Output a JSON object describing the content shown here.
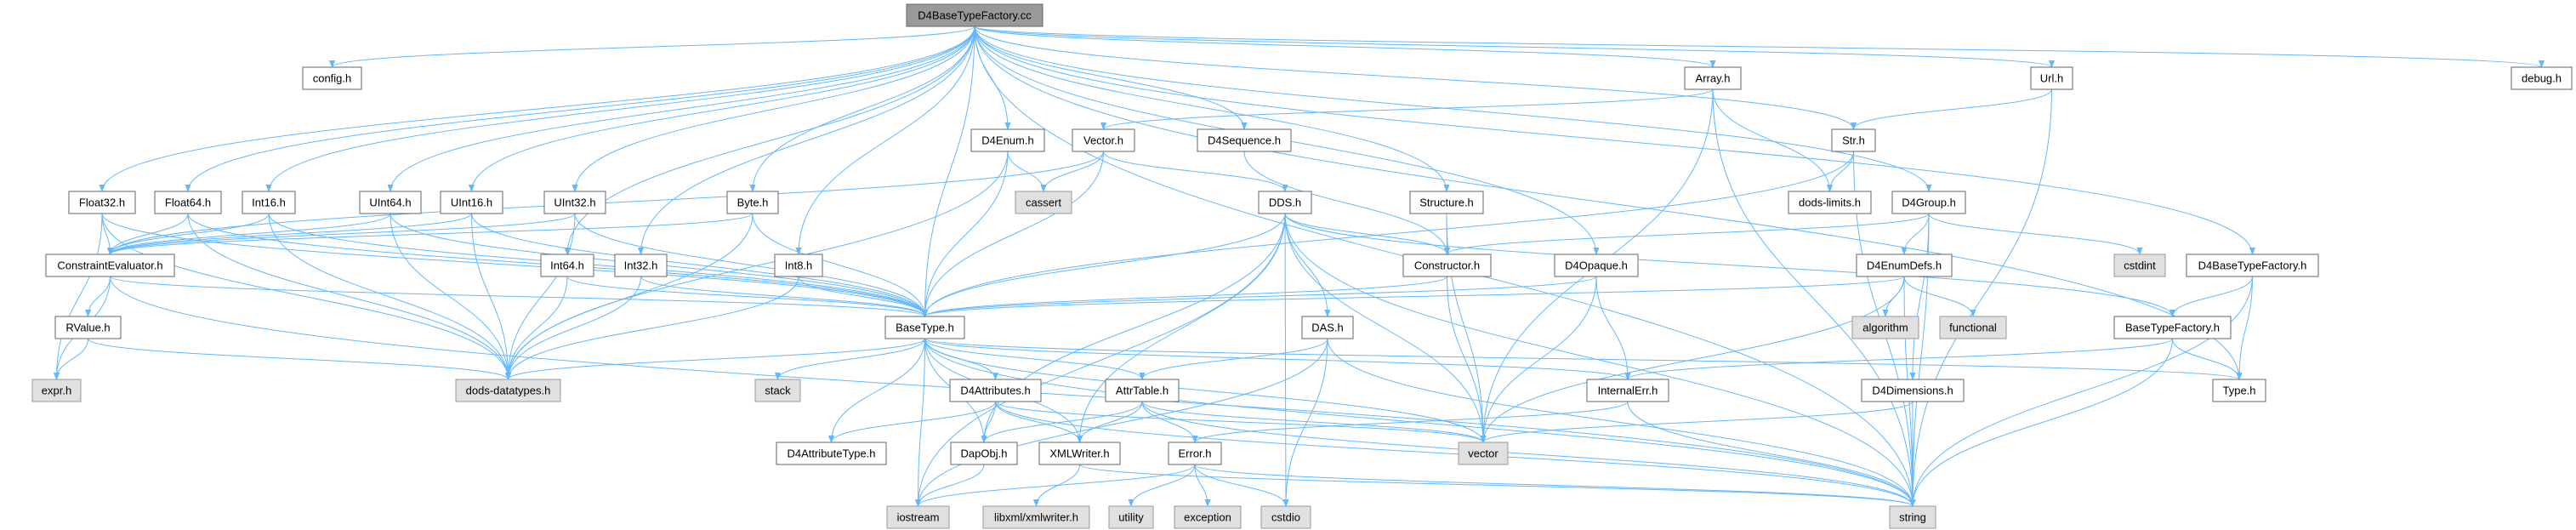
{
  "colors": {
    "edge": "#63b8ff",
    "root_fill": "#999999",
    "user_fill": "#ffffff",
    "system_fill": "#e0e0e0"
  },
  "nodes": [
    {
      "id": "root",
      "label": "D4BaseTypeFactory.cc",
      "kind": "root"
    },
    {
      "id": "config",
      "label": "config.h",
      "kind": "user"
    },
    {
      "id": "float32",
      "label": "Float32.h",
      "kind": "user"
    },
    {
      "id": "float64",
      "label": "Float64.h",
      "kind": "user"
    },
    {
      "id": "int16",
      "label": "Int16.h",
      "kind": "user"
    },
    {
      "id": "uint64",
      "label": "UInt64.h",
      "kind": "user"
    },
    {
      "id": "uint16",
      "label": "UInt16.h",
      "kind": "user"
    },
    {
      "id": "uint32",
      "label": "UInt32.h",
      "kind": "user"
    },
    {
      "id": "byte",
      "label": "Byte.h",
      "kind": "user"
    },
    {
      "id": "consteval",
      "label": "ConstraintEvaluator.h",
      "kind": "user"
    },
    {
      "id": "int64",
      "label": "Int64.h",
      "kind": "user"
    },
    {
      "id": "int32",
      "label": "Int32.h",
      "kind": "user"
    },
    {
      "id": "int8",
      "label": "Int8.h",
      "kind": "user"
    },
    {
      "id": "rvalue",
      "label": "RValue.h",
      "kind": "user"
    },
    {
      "id": "expr",
      "label": "expr.h",
      "kind": "sys"
    },
    {
      "id": "dodsdt",
      "label": "dods-datatypes.h",
      "kind": "sys"
    },
    {
      "id": "basetype",
      "label": "BaseType.h",
      "kind": "user"
    },
    {
      "id": "stack",
      "label": "stack",
      "kind": "sys"
    },
    {
      "id": "d4attrtype",
      "label": "D4AttributeType.h",
      "kind": "user"
    },
    {
      "id": "iostream",
      "label": "iostream",
      "kind": "sys"
    },
    {
      "id": "d4enum",
      "label": "D4Enum.h",
      "kind": "user"
    },
    {
      "id": "vectorh",
      "label": "Vector.h",
      "kind": "user"
    },
    {
      "id": "d4seq",
      "label": "D4Sequence.h",
      "kind": "user"
    },
    {
      "id": "cassert",
      "label": "cassert",
      "kind": "sys"
    },
    {
      "id": "dds",
      "label": "DDS.h",
      "kind": "user"
    },
    {
      "id": "structure",
      "label": "Structure.h",
      "kind": "user"
    },
    {
      "id": "array",
      "label": "Array.h",
      "kind": "user"
    },
    {
      "id": "constructor",
      "label": "Constructor.h",
      "kind": "user"
    },
    {
      "id": "d4opaque",
      "label": "D4Opaque.h",
      "kind": "user"
    },
    {
      "id": "das",
      "label": "DAS.h",
      "kind": "user"
    },
    {
      "id": "d4attrs",
      "label": "D4Attributes.h",
      "kind": "user"
    },
    {
      "id": "attrtable",
      "label": "AttrTable.h",
      "kind": "user"
    },
    {
      "id": "internalerr",
      "label": "InternalErr.h",
      "kind": "user"
    },
    {
      "id": "dapobj",
      "label": "DapObj.h",
      "kind": "user"
    },
    {
      "id": "xmlwriter",
      "label": "XMLWriter.h",
      "kind": "user"
    },
    {
      "id": "error",
      "label": "Error.h",
      "kind": "user"
    },
    {
      "id": "vector",
      "label": "vector",
      "kind": "sys"
    },
    {
      "id": "libxml",
      "label": "libxml/xmlwriter.h",
      "kind": "sys"
    },
    {
      "id": "utility",
      "label": "utility",
      "kind": "sys"
    },
    {
      "id": "exception",
      "label": "exception",
      "kind": "sys"
    },
    {
      "id": "cstdio",
      "label": "cstdio",
      "kind": "sys"
    },
    {
      "id": "url",
      "label": "Url.h",
      "kind": "user"
    },
    {
      "id": "debug",
      "label": "debug.h",
      "kind": "user"
    },
    {
      "id": "str",
      "label": "Str.h",
      "kind": "user"
    },
    {
      "id": "dodslimits",
      "label": "dods-limits.h",
      "kind": "user"
    },
    {
      "id": "d4group",
      "label": "D4Group.h",
      "kind": "user"
    },
    {
      "id": "d4enumdefs",
      "label": "D4EnumDefs.h",
      "kind": "user"
    },
    {
      "id": "cstdint",
      "label": "cstdint",
      "kind": "sys"
    },
    {
      "id": "d4btf",
      "label": "D4BaseTypeFactory.h",
      "kind": "user"
    },
    {
      "id": "algorithm",
      "label": "algorithm",
      "kind": "sys"
    },
    {
      "id": "functional",
      "label": "functional",
      "kind": "sys"
    },
    {
      "id": "btf",
      "label": "BaseTypeFactory.h",
      "kind": "user"
    },
    {
      "id": "d4dims",
      "label": "D4Dimensions.h",
      "kind": "user"
    },
    {
      "id": "typeh",
      "label": "Type.h",
      "kind": "user"
    },
    {
      "id": "string",
      "label": "string",
      "kind": "sys"
    }
  ],
  "edges": [
    [
      "root",
      "config"
    ],
    [
      "root",
      "float32"
    ],
    [
      "root",
      "float64"
    ],
    [
      "root",
      "int16"
    ],
    [
      "root",
      "uint64"
    ],
    [
      "root",
      "uint16"
    ],
    [
      "root",
      "uint32"
    ],
    [
      "root",
      "byte"
    ],
    [
      "root",
      "int64"
    ],
    [
      "root",
      "int32"
    ],
    [
      "root",
      "int8"
    ],
    [
      "root",
      "basetype"
    ],
    [
      "root",
      "d4enum"
    ],
    [
      "root",
      "d4seq"
    ],
    [
      "root",
      "structure"
    ],
    [
      "root",
      "d4opaque"
    ],
    [
      "root",
      "array"
    ],
    [
      "root",
      "str"
    ],
    [
      "root",
      "url"
    ],
    [
      "root",
      "d4group"
    ],
    [
      "root",
      "d4btf"
    ],
    [
      "root",
      "typeh"
    ],
    [
      "root",
      "debug"
    ],
    [
      "root",
      "string"
    ],
    [
      "float32",
      "consteval"
    ],
    [
      "float32",
      "basetype"
    ],
    [
      "float32",
      "dodsdt"
    ],
    [
      "float32",
      "expr"
    ],
    [
      "float64",
      "consteval"
    ],
    [
      "float64",
      "basetype"
    ],
    [
      "float64",
      "dodsdt"
    ],
    [
      "int16",
      "consteval"
    ],
    [
      "int16",
      "basetype"
    ],
    [
      "int16",
      "dodsdt"
    ],
    [
      "uint64",
      "consteval"
    ],
    [
      "uint64",
      "basetype"
    ],
    [
      "uint64",
      "dodsdt"
    ],
    [
      "uint16",
      "consteval"
    ],
    [
      "uint16",
      "basetype"
    ],
    [
      "uint16",
      "dodsdt"
    ],
    [
      "uint32",
      "consteval"
    ],
    [
      "uint32",
      "basetype"
    ],
    [
      "uint32",
      "dodsdt"
    ],
    [
      "byte",
      "consteval"
    ],
    [
      "byte",
      "basetype"
    ],
    [
      "byte",
      "dodsdt"
    ],
    [
      "int64",
      "basetype"
    ],
    [
      "int64",
      "dodsdt"
    ],
    [
      "int32",
      "basetype"
    ],
    [
      "int32",
      "dodsdt"
    ],
    [
      "int8",
      "basetype"
    ],
    [
      "int8",
      "dodsdt"
    ],
    [
      "consteval",
      "expr"
    ],
    [
      "consteval",
      "rvalue"
    ],
    [
      "consteval",
      "basetype"
    ],
    [
      "consteval",
      "string"
    ],
    [
      "rvalue",
      "expr"
    ],
    [
      "rvalue",
      "dodsdt"
    ],
    [
      "basetype",
      "stack"
    ],
    [
      "basetype",
      "iostream"
    ],
    [
      "basetype",
      "vector"
    ],
    [
      "basetype",
      "string"
    ],
    [
      "basetype",
      "dodsdt"
    ],
    [
      "basetype",
      "d4attrtype"
    ],
    [
      "basetype",
      "d4attrs"
    ],
    [
      "basetype",
      "attrtable"
    ],
    [
      "basetype",
      "internalerr"
    ],
    [
      "basetype",
      "dapobj"
    ],
    [
      "basetype",
      "xmlwriter"
    ],
    [
      "basetype",
      "typeh"
    ],
    [
      "d4enum",
      "cassert"
    ],
    [
      "d4enum",
      "basetype"
    ],
    [
      "d4enum",
      "dodsdt"
    ],
    [
      "vectorh",
      "cassert"
    ],
    [
      "vectorh",
      "basetype"
    ],
    [
      "vectorh",
      "dds"
    ],
    [
      "vectorh",
      "consteval"
    ],
    [
      "d4seq",
      "constructor"
    ],
    [
      "dds",
      "basetype"
    ],
    [
      "dds",
      "constructor"
    ],
    [
      "dds",
      "das"
    ],
    [
      "dds",
      "iostream"
    ],
    [
      "dds",
      "vector"
    ],
    [
      "dds",
      "string"
    ],
    [
      "dds",
      "cstdio"
    ],
    [
      "dds",
      "dapobj"
    ],
    [
      "dds",
      "xmlwriter"
    ],
    [
      "dds",
      "btf"
    ],
    [
      "structure",
      "constructor"
    ],
    [
      "structure",
      "vector"
    ],
    [
      "constructor",
      "basetype"
    ],
    [
      "constructor",
      "vector"
    ],
    [
      "d4opaque",
      "basetype"
    ],
    [
      "d4opaque",
      "vector"
    ],
    [
      "d4opaque",
      "internalerr"
    ],
    [
      "array",
      "vectorh"
    ],
    [
      "array",
      "dodslimits"
    ],
    [
      "array",
      "string"
    ],
    [
      "array",
      "vector"
    ],
    [
      "str",
      "basetype"
    ],
    [
      "str",
      "dodslimits"
    ],
    [
      "str",
      "string"
    ],
    [
      "url",
      "str"
    ],
    [
      "url",
      "string"
    ],
    [
      "d4group",
      "constructor"
    ],
    [
      "d4group",
      "d4enumdefs"
    ],
    [
      "d4group",
      "d4dims"
    ],
    [
      "d4group",
      "cstdint"
    ],
    [
      "d4group",
      "string"
    ],
    [
      "d4enumdefs",
      "algorithm"
    ],
    [
      "d4enumdefs",
      "functional"
    ],
    [
      "d4enumdefs",
      "vector"
    ],
    [
      "d4enumdefs",
      "string"
    ],
    [
      "d4enumdefs",
      "basetype"
    ],
    [
      "d4btf",
      "btf"
    ],
    [
      "d4btf",
      "typeh"
    ],
    [
      "d4btf",
      "string"
    ],
    [
      "btf",
      "internalerr"
    ],
    [
      "btf",
      "typeh"
    ],
    [
      "btf",
      "string"
    ],
    [
      "das",
      "attrtable"
    ],
    [
      "das",
      "string"
    ],
    [
      "das",
      "iostream"
    ],
    [
      "das",
      "cstdio"
    ],
    [
      "d4attrs",
      "d4attrtype"
    ],
    [
      "d4attrs",
      "dapobj"
    ],
    [
      "d4attrs",
      "xmlwriter"
    ],
    [
      "d4attrs",
      "string"
    ],
    [
      "d4attrs",
      "vector"
    ],
    [
      "attrtable",
      "dapobj"
    ],
    [
      "attrtable",
      "xmlwriter"
    ],
    [
      "attrtable",
      "error"
    ],
    [
      "attrtable",
      "vector"
    ],
    [
      "attrtable",
      "string"
    ],
    [
      "internalerr",
      "error"
    ],
    [
      "internalerr",
      "string"
    ],
    [
      "dapobj",
      "iostream"
    ],
    [
      "xmlwriter",
      "libxml"
    ],
    [
      "xmlwriter",
      "string"
    ],
    [
      "error",
      "iostream"
    ],
    [
      "error",
      "utility"
    ],
    [
      "error",
      "exception"
    ],
    [
      "error",
      "cstdio"
    ],
    [
      "error",
      "string"
    ],
    [
      "d4dims",
      "vector"
    ],
    [
      "d4dims",
      "string"
    ]
  ]
}
